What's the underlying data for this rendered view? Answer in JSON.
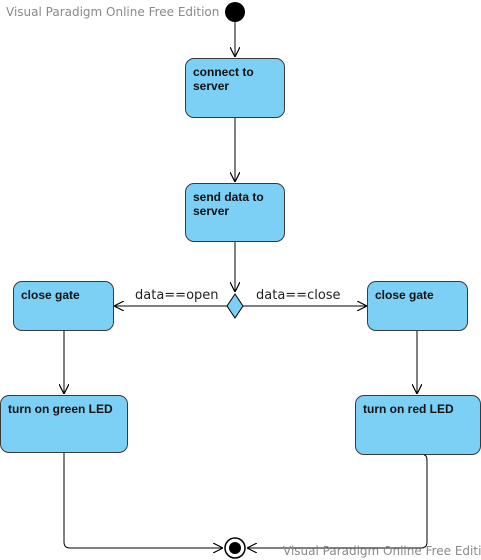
{
  "watermark": {
    "top": "Visual Paradigm Online Free Edition",
    "bottom": "Visual Paradigm Online Free Edition"
  },
  "states": {
    "connect": "connect to server",
    "send": "send data to server",
    "close_left": "close gate",
    "close_right": "close gate",
    "green_led": "turn on green LED",
    "red_led": "turn on red LED"
  },
  "guards": {
    "open": "data==open",
    "close": "data==close"
  },
  "colors": {
    "state_fill": "#7dd0f5",
    "decision_fill": "#7dd0f5",
    "line": "#000000"
  }
}
